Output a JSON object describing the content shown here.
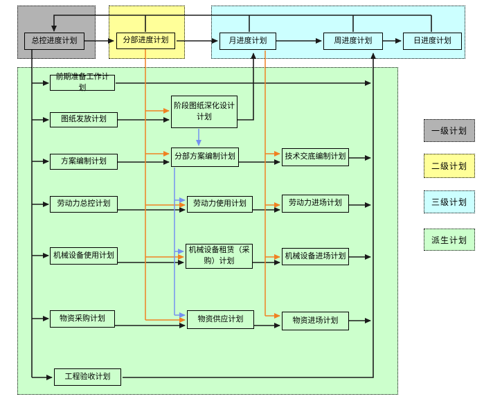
{
  "diagram_type": "construction-schedule-plan-hierarchy-flowchart",
  "colors": {
    "level1_fill": "#b3b3b3",
    "level2_fill": "#ffff99",
    "level3_fill": "#ccffff",
    "derived_fill": "#ccffcc",
    "connector_black": "#1a1a1a",
    "connector_orange": "#ef8122",
    "connector_blue": "#7590f0",
    "border": "#000000",
    "background": "#ffffff"
  },
  "nodes": {
    "master": "总控进度计划",
    "division": "分部进度计划",
    "monthly": "月进度计划",
    "weekly": "周进度计划",
    "daily": "日进度计划",
    "prep": "前期准备工作计划",
    "drawing_release": "图纸发放计划",
    "stage_drawing": "阶段图纸深化设计计划",
    "scheme": "方案编制计划",
    "division_scheme": "分部方案编制计划",
    "labor_master": "劳动力总控计划",
    "labor_use": "劳动力使用计划",
    "equipment_use": "机械设备使用计划",
    "equipment_rental": "机械设备租赁（采购）计划",
    "material_purchase": "物资采购计划",
    "material_supply": "物资供应计划",
    "acceptance": "工程验收计划",
    "tech_disclosure": "技术交底编制计划",
    "labor_entry": "劳动力进场计划",
    "equipment_entry": "机械设备进场计划",
    "material_entry": "物资进场计划"
  },
  "legend": {
    "items": [
      {
        "label": "一级计划",
        "color": "#b3b3b3"
      },
      {
        "label": "二级计划",
        "color": "#ffff99"
      },
      {
        "label": "三级计划",
        "color": "#ccffff"
      },
      {
        "label": "派生计划",
        "color": "#ccffcc"
      }
    ]
  },
  "edges": [
    {
      "from": "master",
      "to": "division",
      "color": "black"
    },
    {
      "from": "division",
      "to": "monthly",
      "color": "black"
    },
    {
      "from": "monthly",
      "to": "weekly",
      "color": "black"
    },
    {
      "from": "weekly",
      "to": "daily",
      "color": "black"
    },
    {
      "from": "division",
      "to": "master",
      "color": "black",
      "kind": "feedback"
    },
    {
      "from": "monthly",
      "to": "master",
      "color": "black",
      "kind": "feedback"
    },
    {
      "from": "weekly",
      "to": "master",
      "color": "black",
      "kind": "feedback"
    },
    {
      "from": "daily",
      "to": "master",
      "color": "black",
      "kind": "feedback"
    },
    {
      "from": "master",
      "to": "prep",
      "color": "black"
    },
    {
      "from": "master",
      "to": "drawing_release",
      "color": "black"
    },
    {
      "from": "master",
      "to": "scheme",
      "color": "black"
    },
    {
      "from": "master",
      "to": "labor_master",
      "color": "black"
    },
    {
      "from": "master",
      "to": "equipment_use",
      "color": "black"
    },
    {
      "from": "master",
      "to": "material_purchase",
      "color": "black"
    },
    {
      "from": "master",
      "to": "acceptance",
      "color": "black"
    },
    {
      "from": "drawing_release",
      "to": "stage_drawing",
      "color": "black"
    },
    {
      "from": "stage_drawing",
      "to": "monthly",
      "color": "black"
    },
    {
      "from": "stage_drawing",
      "to": "division_scheme",
      "color": "blue"
    },
    {
      "from": "scheme",
      "to": "division_scheme",
      "color": "black"
    },
    {
      "from": "division_scheme",
      "to": "tech_disclosure",
      "color": "black"
    },
    {
      "from": "division_scheme",
      "to": "labor_use",
      "color": "blue"
    },
    {
      "from": "division_scheme",
      "to": "equipment_rental",
      "color": "blue"
    },
    {
      "from": "division_scheme",
      "to": "material_supply",
      "color": "blue"
    },
    {
      "from": "labor_master",
      "to": "labor_use",
      "color": "black"
    },
    {
      "from": "labor_use",
      "to": "labor_entry",
      "color": "black"
    },
    {
      "from": "equipment_use",
      "to": "equipment_rental",
      "color": "black"
    },
    {
      "from": "equipment_rental",
      "to": "equipment_entry",
      "color": "black"
    },
    {
      "from": "material_purchase",
      "to": "material_supply",
      "color": "black"
    },
    {
      "from": "material_supply",
      "to": "material_entry",
      "color": "black"
    },
    {
      "from": "division",
      "to": "stage_drawing",
      "color": "orange"
    },
    {
      "from": "division",
      "to": "division_scheme",
      "color": "orange"
    },
    {
      "from": "division",
      "to": "labor_use",
      "color": "orange"
    },
    {
      "from": "division",
      "to": "equipment_rental",
      "color": "orange"
    },
    {
      "from": "division",
      "to": "material_supply",
      "color": "orange"
    },
    {
      "from": "monthly",
      "to": "tech_disclosure",
      "color": "orange"
    },
    {
      "from": "monthly",
      "to": "labor_entry",
      "color": "orange"
    },
    {
      "from": "monthly",
      "to": "equipment_entry",
      "color": "orange"
    },
    {
      "from": "monthly",
      "to": "material_entry",
      "color": "orange"
    },
    {
      "from": "prep",
      "to": "weekly",
      "color": "black"
    },
    {
      "from": "tech_disclosure",
      "to": "weekly",
      "color": "black"
    },
    {
      "from": "labor_entry",
      "to": "weekly",
      "color": "black"
    },
    {
      "from": "equipment_entry",
      "to": "weekly",
      "color": "black"
    },
    {
      "from": "material_entry",
      "to": "weekly",
      "color": "black"
    },
    {
      "from": "acceptance",
      "to": "weekly",
      "color": "black"
    }
  ]
}
